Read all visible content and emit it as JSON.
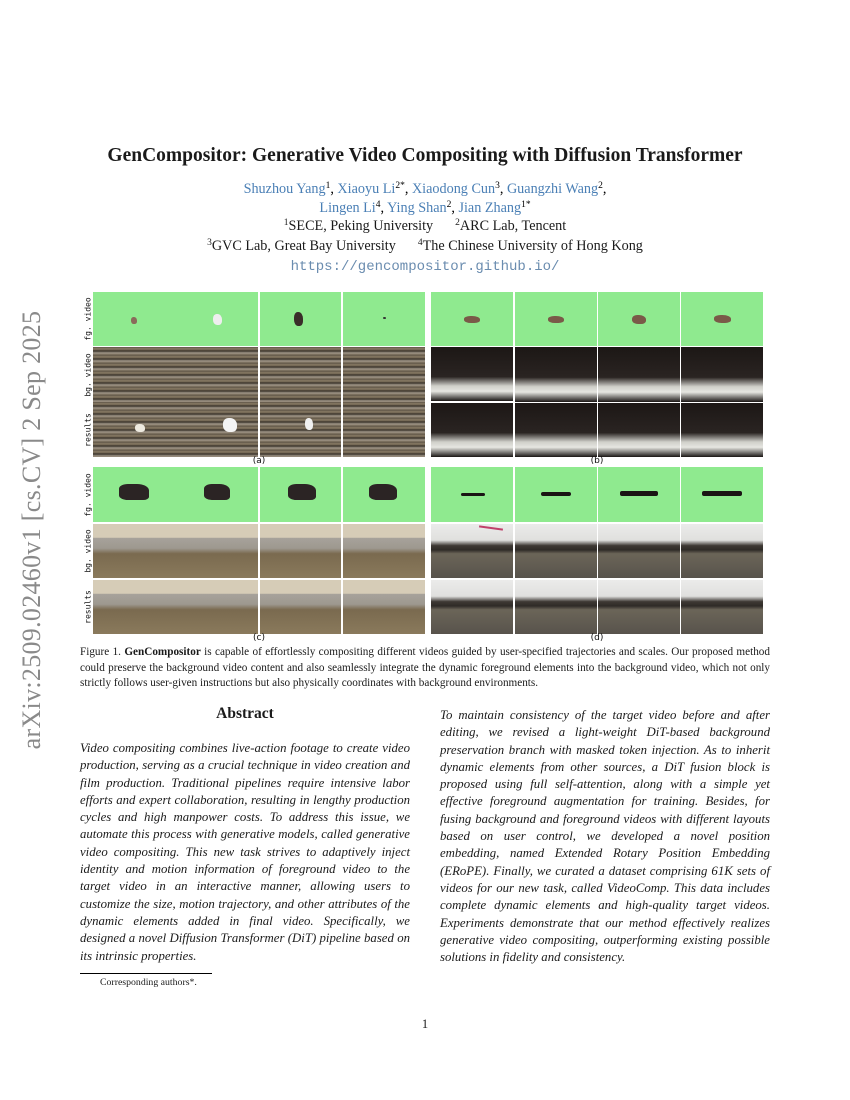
{
  "sidebar": {
    "arxiv_id": "arXiv:2509.02460v1  [cs.CV]  2 Sep 2025"
  },
  "header": {
    "title": "GenCompositor: Generative Video Compositing with Diffusion Transformer",
    "authors_line1": [
      {
        "name": "Shuzhou Yang",
        "sup": "1",
        "sep": ", "
      },
      {
        "name": "Xiaoyu Li",
        "sup": "2*",
        "sep": ", "
      },
      {
        "name": "Xiaodong Cun",
        "sup": "3",
        "sep": ", "
      },
      {
        "name": "Guangzhi Wang",
        "sup": "2",
        "sep": ","
      }
    ],
    "authors_line2": [
      {
        "name": "Lingen Li",
        "sup": "4",
        "sep": ", "
      },
      {
        "name": "Ying Shan",
        "sup": "2",
        "sep": ", "
      },
      {
        "name": "Jian Zhang",
        "sup": "1*",
        "sep": ""
      }
    ],
    "affiliations": {
      "a1_sup": "1",
      "a1": "SECE, Peking University",
      "a2_sup": "2",
      "a2": "ARC Lab, Tencent",
      "a3_sup": "3",
      "a3": "GVC Lab, Great Bay University",
      "a4_sup": "4",
      "a4": "The Chinese University of Hong Kong"
    },
    "url": "https://gencompositor.github.io/"
  },
  "figure": {
    "row_labels": [
      "fg. video",
      "bg. video",
      "results"
    ],
    "panels": [
      {
        "label": "(a)",
        "scene": "field",
        "fg_object": "white creature"
      },
      {
        "label": "(b)",
        "scene": "room",
        "fg_object": "butterfly"
      },
      {
        "label": "(c)",
        "scene": "savanna",
        "fg_object": "wildebeest"
      },
      {
        "label": "(d)",
        "scene": "bridge",
        "fg_object": "airplane"
      }
    ],
    "caption_prefix": "Figure 1.",
    "caption_bold": "GenCompositor",
    "caption_text": " is capable of effortlessly compositing different videos guided by user-specified trajectories and scales. Our proposed method could preserve the background video content and also seamlessly integrate the dynamic foreground elements into the background video, which not only strictly follows user-given instructions but also physically coordinates with background environments."
  },
  "abstract": {
    "title": "Abstract",
    "left": "Video compositing combines live-action footage to create video production, serving as a crucial technique in video creation and film production. Traditional pipelines require intensive labor efforts and expert collaboration, resulting in lengthy production cycles and high manpower costs. To address this issue, we automate this process with generative models, called generative video compositing. This new task strives to adaptively inject identity and motion information of foreground video to the target video in an interactive manner, allowing users to customize the size, motion trajectory, and other attributes of the dynamic elements added in final video. Specifically, we designed a novel Diffusion Transformer (DiT) pipeline based on its intrinsic properties.",
    "right": "To maintain consistency of the target video before and after editing, we revised a light-weight DiT-based background preservation branch with masked token injection. As to inherit dynamic elements from other sources, a DiT fusion block is proposed using full self-attention, along with a simple yet effective foreground augmentation for training. Besides, for fusing background and foreground videos with different layouts based on user control, we developed a novel position embedding, named Extended Rotary Position Embedding (ERoPE). Finally, we curated a dataset comprising 61K sets of videos for our new task, called VideoComp. This data includes complete dynamic elements and high-quality target videos. Experiments demonstrate that our method effectively realizes generative video compositing, outperforming existing possible solutions in fidelity and consistency."
  },
  "footnote": "Corresponding authors*.",
  "page_number": "1",
  "colors": {
    "author_link": "#4a7fb5",
    "url": "#6a8caf",
    "green_screen": "#8fea8f",
    "arxiv_stamp": "#8a8a8a"
  }
}
